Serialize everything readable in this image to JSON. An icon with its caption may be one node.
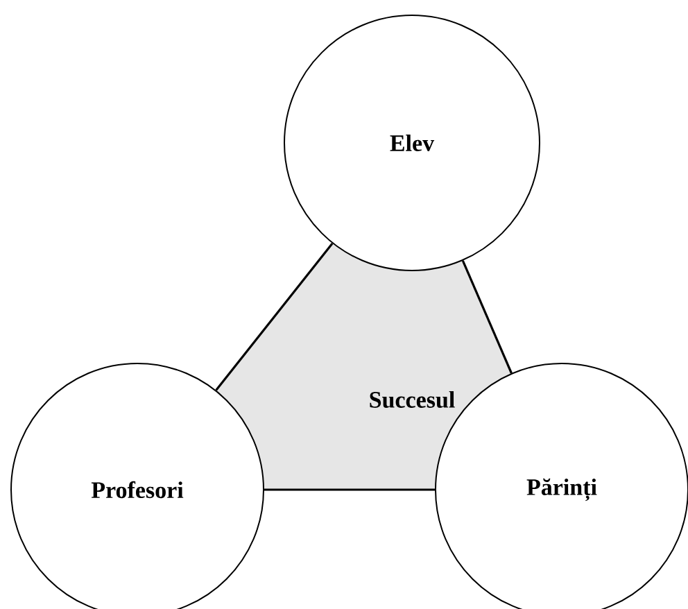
{
  "diagram": {
    "nodes": [
      {
        "text": [
          "Elev"
        ]
      },
      {
        "text": [
          "Succesul"
        ]
      },
      {
        "text": [
          "Profesori"
        ]
      },
      {
        "text": [
          "Părinți"
        ]
      }
    ],
    "edges": [
      {
        "from": 0,
        "to": 2,
        "arrow": "none"
      },
      {
        "from": 0,
        "to": 3,
        "arrow": "none"
      },
      {
        "from": 2,
        "to": 3,
        "arrow": "none"
      }
    ]
  }
}
